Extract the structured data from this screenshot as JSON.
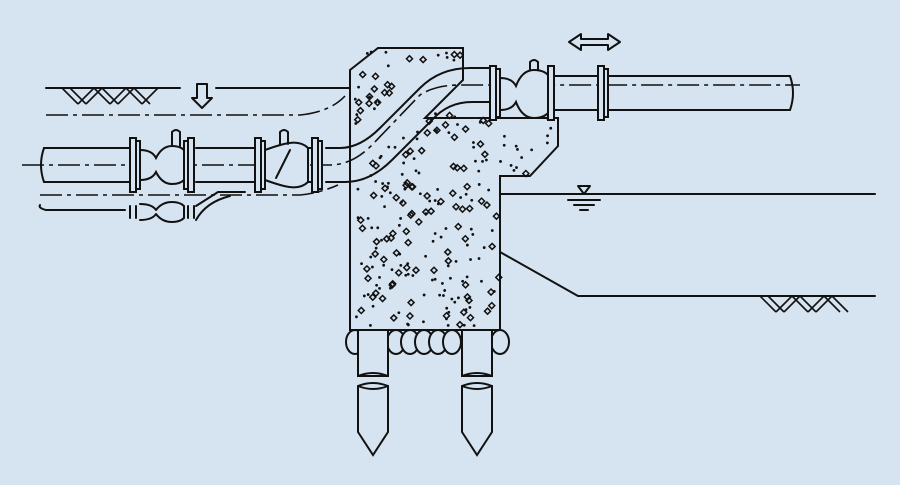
{
  "diagram": {
    "background": "#d6e3f1",
    "line_color": "#111111",
    "elements": [
      "pipe-upper-right",
      "pipe-lower-left",
      "pipe-bend",
      "concrete-abutment",
      "expansion-joint-upper",
      "expansion-joint-lower",
      "expansion-joint-mid",
      "flange",
      "pile",
      "ground-hatch-left",
      "ground-hatch-right",
      "water-level-symbol",
      "settlement-arrow",
      "movement-double-arrow",
      "displaced-joint-ghost"
    ]
  }
}
